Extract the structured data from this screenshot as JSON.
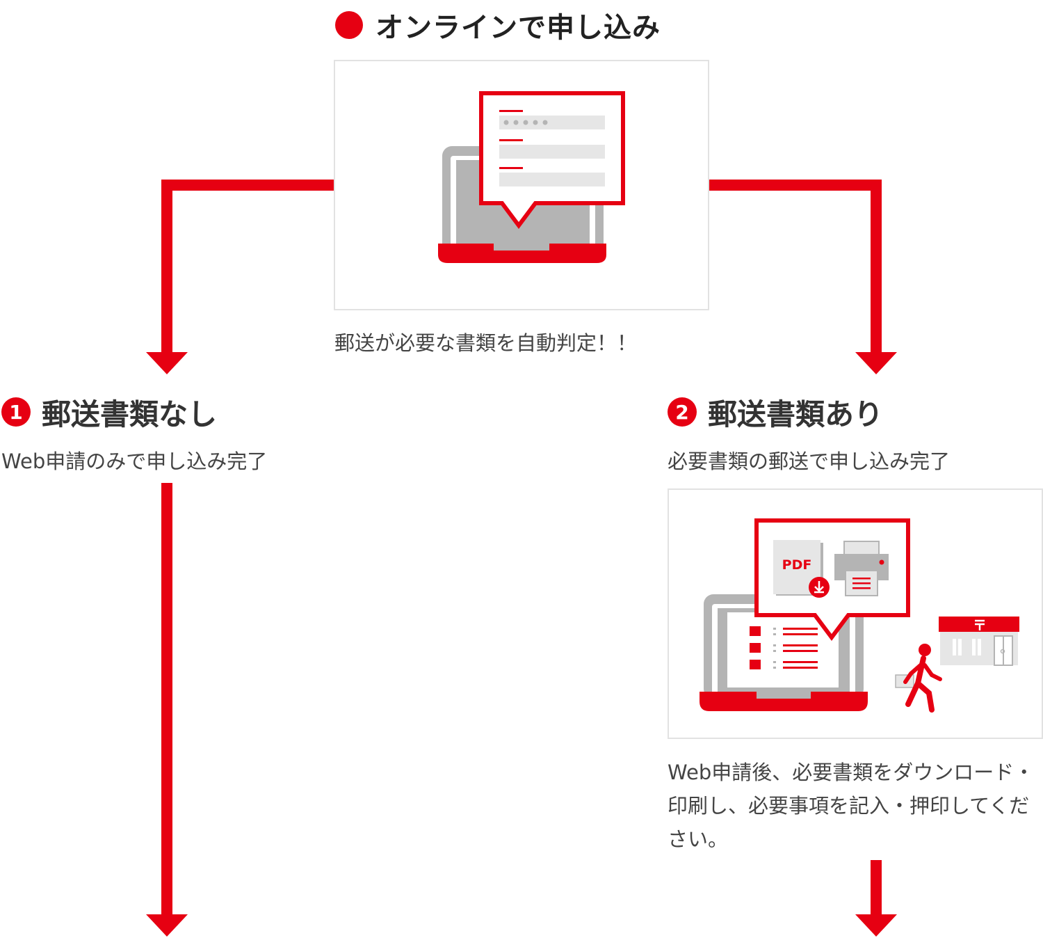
{
  "colors": {
    "accent": "#e60012",
    "frame_gray": "#b4b4b4",
    "light_gray": "#e6e6e6",
    "border_gray": "#e2e2e2"
  },
  "header": {
    "title": "オンラインで申し込み",
    "icon": "red-dot-icon"
  },
  "top_card": {
    "icon": "laptop-online-form-illustration",
    "caption": "郵送が必要な書類を自動判定！！"
  },
  "branches": [
    {
      "number": "1",
      "title": "郵送書類なし",
      "subtitle": "Web申請のみで申し込み完了"
    },
    {
      "number": "2",
      "title": "郵送書類あり",
      "subtitle": "必要書類の郵送で申し込み完了",
      "illustration": "laptop-pdf-print-post-office-illustration",
      "pdf_label": "PDF",
      "description": "Web申請後、必要書類をダウンロード・印刷し、必要事項を記入・押印してください。"
    }
  ]
}
